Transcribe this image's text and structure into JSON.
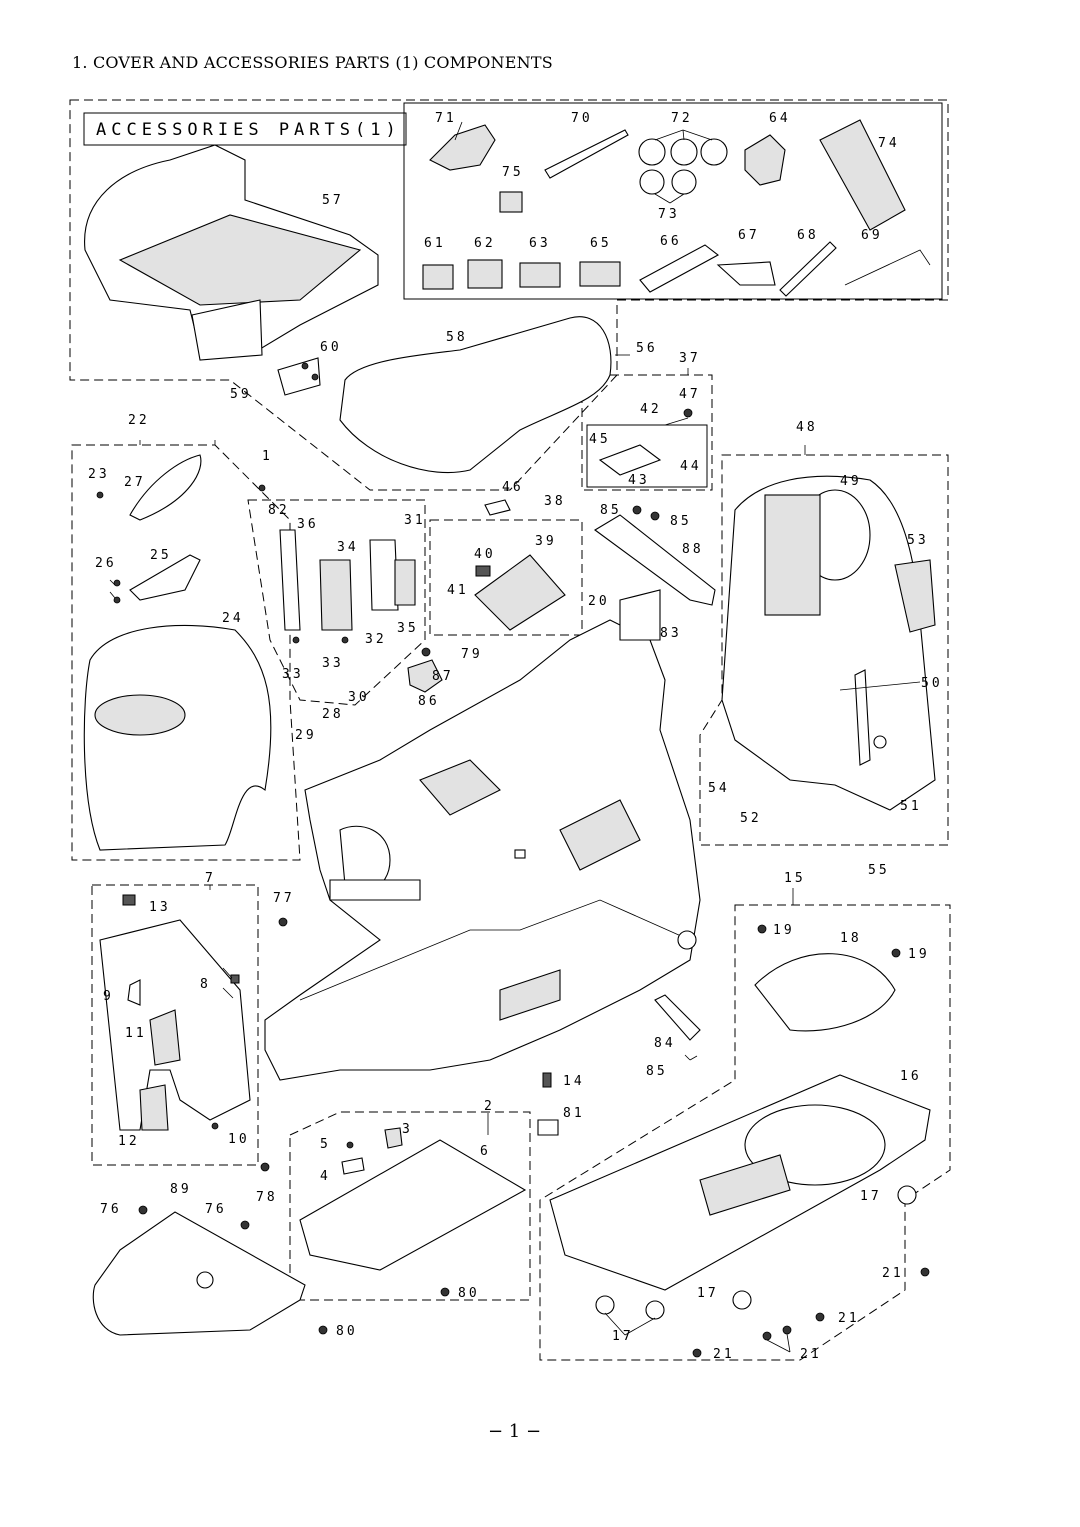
{
  "page": {
    "title": "1. COVER AND ACCESSORIES PARTS (1) COMPONENTS",
    "page_number": "− 1 −"
  },
  "accessories_box": {
    "label": "ACCESSORIES PARTS(1)"
  },
  "callouts": {
    "c1": "1",
    "c2": "2",
    "c3": "3",
    "c4": "4",
    "c5": "5",
    "c6": "6",
    "c7": "7",
    "c8": "8",
    "c9": "9",
    "c10": "10",
    "c11": "11",
    "c12": "12",
    "c13": "13",
    "c14": "14",
    "c15": "15",
    "c16": "16",
    "c17": "17",
    "c18": "18",
    "c19": "19",
    "c20": "20",
    "c21": "21",
    "c22": "22",
    "c23": "23",
    "c24": "24",
    "c25": "25",
    "c26": "26",
    "c27": "27",
    "c28": "28",
    "c29": "29",
    "c30": "30",
    "c31": "31",
    "c32": "32",
    "c33": "33",
    "c34": "34",
    "c35": "35",
    "c36": "36",
    "c37": "37",
    "c38": "38",
    "c39": "39",
    "c40": "40",
    "c41": "41",
    "c42": "42",
    "c43": "43",
    "c44": "44",
    "c45": "45",
    "c46": "46",
    "c47": "47",
    "c48": "48",
    "c49": "49",
    "c50": "50",
    "c51": "51",
    "c52": "52",
    "c53": "53",
    "c54": "54",
    "c55": "55",
    "c56": "56",
    "c57": "57",
    "c58": "58",
    "c59": "59",
    "c60": "60",
    "c61": "61",
    "c62": "62",
    "c63": "63",
    "c64": "64",
    "c65": "65",
    "c66": "66",
    "c67": "67",
    "c68": "68",
    "c69": "69",
    "c70": "70",
    "c71": "71",
    "c72": "72",
    "c73": "73",
    "c74": "74",
    "c75": "75",
    "c76": "76",
    "c77": "77",
    "c78": "78",
    "c79": "79",
    "c80": "80",
    "c81": "81",
    "c82": "82",
    "c83": "83",
    "c84": "84",
    "c85": "85",
    "c86": "86",
    "c87": "87",
    "c88": "88",
    "c89": "89"
  }
}
